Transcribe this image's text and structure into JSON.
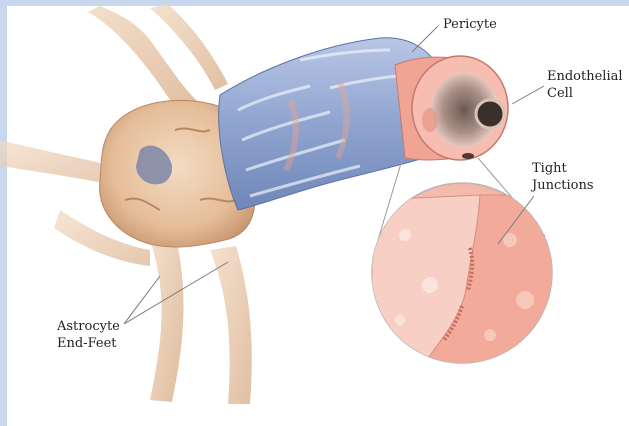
{
  "colors": {
    "frame": "#c9d7ee",
    "pericyte": "#8fa4cf",
    "endothelium": "#f2a99a",
    "astrocyte": "#e8c4a3",
    "leader_line": "#7a7a7a"
  },
  "labels": {
    "pericyte": "Pericyte",
    "endothelial_line1": "Endothelial",
    "endothelial_line2": "Cell",
    "tight_line1": "Tight",
    "tight_line2": "Junctions",
    "astrocyte_line1": "Astrocyte",
    "astrocyte_line2": "End-Feet"
  }
}
